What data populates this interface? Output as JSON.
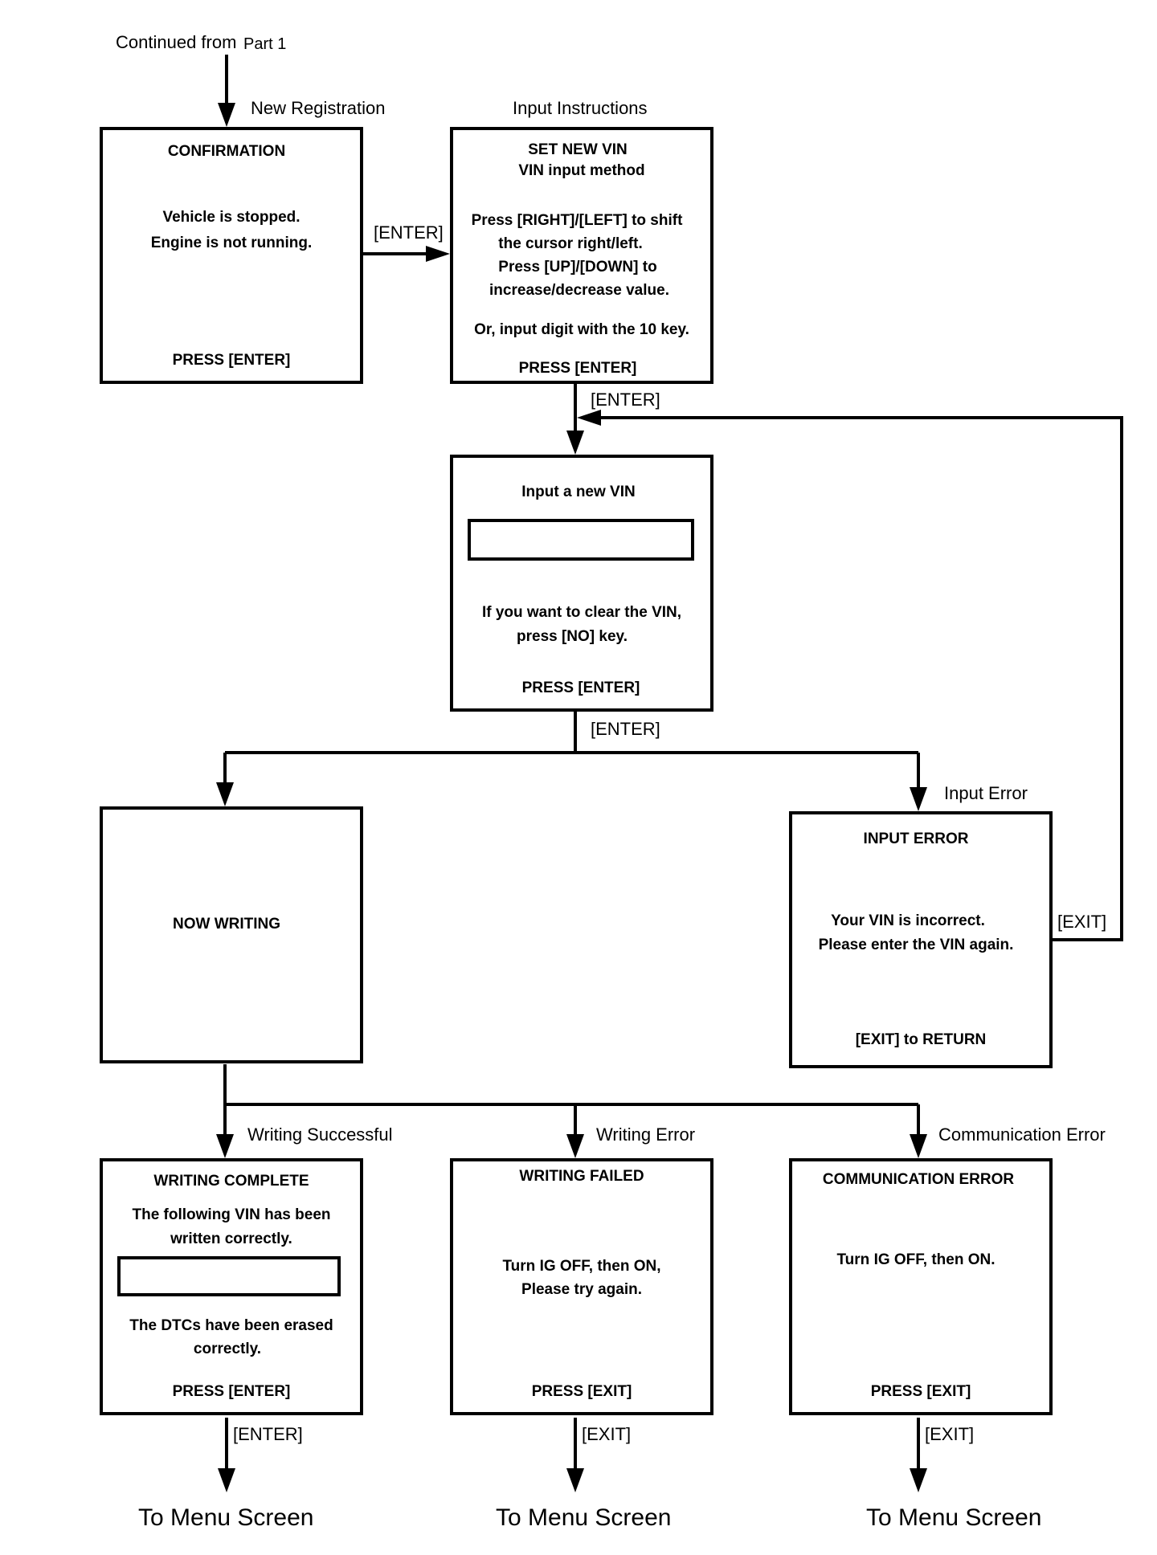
{
  "labels": {
    "continued_from": "Continued from",
    "part": "Part 1",
    "new_registration": "New Registration",
    "input_instructions": "Input Instructions",
    "enter_1": "[ENTER]",
    "enter_2": "[ENTER]",
    "enter_3": "[ENTER]",
    "input_error": "Input Error",
    "exit_loop": "[EXIT]",
    "writing_successful": "Writing Successful",
    "writing_error": "Writing Error",
    "communication_error": "Communication Error",
    "enter_out": "[ENTER]",
    "exit_out_1": "[EXIT]",
    "exit_out_2": "[EXIT]",
    "to_menu_1": "To Menu Screen",
    "to_menu_2": "To Menu Screen",
    "to_menu_3": "To Menu Screen"
  },
  "boxes": {
    "confirmation": {
      "title": "CONFIRMATION",
      "line1": "Vehicle is stopped.",
      "line2": "Engine is not running.",
      "footer": "PRESS [ENTER]"
    },
    "set_new_vin": {
      "title": "SET NEW VIN",
      "subtitle": "VIN input method",
      "line1": "Press [RIGHT]/[LEFT] to shift",
      "line2": "the cursor right/left.",
      "line3": "Press [UP]/[DOWN] to",
      "line4": "increase/decrease value.",
      "line5": "Or, input digit with the 10 key.",
      "footer": "PRESS [ENTER]"
    },
    "input_vin": {
      "title": "Input a new VIN",
      "line1": "If you want to clear the VIN,",
      "line2": "press [NO] key.",
      "footer": "PRESS [ENTER]"
    },
    "now_writing": {
      "title": "NOW WRITING"
    },
    "input_error": {
      "title": "INPUT ERROR",
      "line1": "Your VIN is incorrect.",
      "line2": "Please enter the VIN again.",
      "footer": "[EXIT] to RETURN"
    },
    "writing_complete": {
      "title": "WRITING COMPLETE",
      "line1": "The following VIN has been",
      "line2": "written correctly.",
      "line3": "The DTCs have been erased",
      "line4": "correctly.",
      "footer": "PRESS [ENTER]"
    },
    "writing_failed": {
      "title": "WRITING FAILED",
      "line1": "Turn IG OFF, then ON,",
      "line2": "Please try again.",
      "footer": "PRESS [EXIT]"
    },
    "communication_error": {
      "title": "COMMUNICATION ERROR",
      "line1": "Turn IG OFF, then ON.",
      "footer": "PRESS [EXIT]"
    }
  }
}
